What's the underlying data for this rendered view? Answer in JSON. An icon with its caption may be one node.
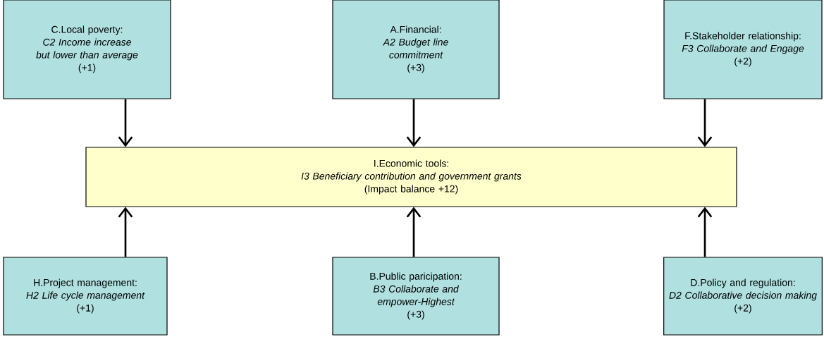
{
  "diagram": {
    "nodes": [
      {
        "text": [
          "C.Local poverty:",
          "C2 Income increase but lower than average",
          "(+1)"
        ]
      },
      {
        "text": [
          "A.Financial:",
          "A2 Budget line commitment",
          "(+3)"
        ]
      },
      {
        "text": [
          "F.Stakeholder relationship:",
          "F3 Collaborate and Engage",
          "(+2)"
        ]
      },
      {
        "text": [
          "I.Economic tools:",
          "I3 Beneficiary contribution and government grants",
          "(Impact balance +12)"
        ]
      },
      {
        "text": [
          "H.Project management:",
          "H2 Life cycle management",
          "(+1)"
        ]
      },
      {
        "text": [
          "B.Public paricipation:",
          "B3 Collaborate and empower-Highest",
          "(+3)"
        ]
      },
      {
        "text": [
          "D.Policy and regulation:",
          "D2 Collaborative decision making",
          "(+2)"
        ]
      }
    ],
    "edges": [
      {
        "from": 0,
        "to": 3,
        "arrow": "to"
      },
      {
        "from": 1,
        "to": 3,
        "arrow": "to"
      },
      {
        "from": 2,
        "to": 3,
        "arrow": "to"
      },
      {
        "from": 4,
        "to": 3,
        "arrow": "to"
      },
      {
        "from": 5,
        "to": 3,
        "arrow": "to"
      },
      {
        "from": 6,
        "to": 3,
        "arrow": "to"
      }
    ]
  }
}
